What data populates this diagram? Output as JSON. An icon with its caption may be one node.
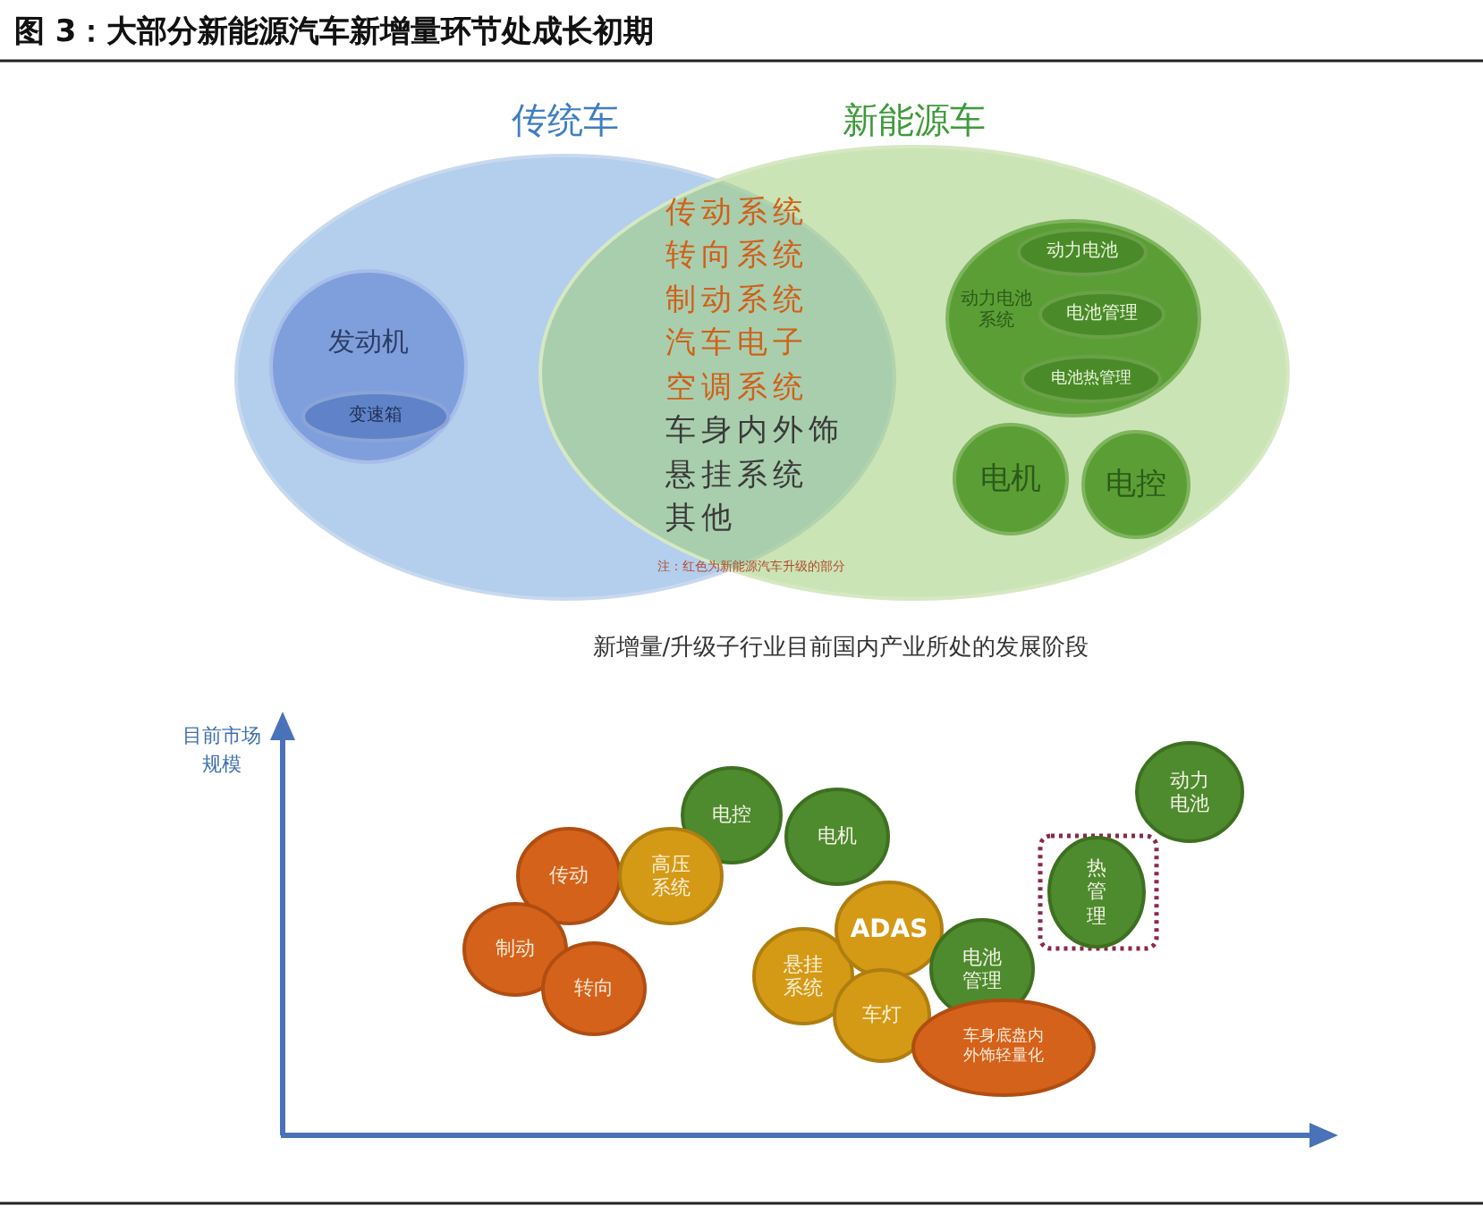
{
  "diagram": {
    "title": "图 3：大部分新能源汽车新增量环节处成长初期",
    "nodes": [
      {
        "text": [
          "传统车"
        ]
      },
      {
        "text": [
          "新能源车"
        ]
      },
      {
        "text": [
          "发动机"
        ],
        "in": 0
      },
      {
        "text": [
          "变速箱"
        ],
        "in": 2
      },
      {
        "text": [
          "动力电池系统"
        ],
        "in": 1
      },
      {
        "text": [
          "动力电池"
        ],
        "in": 4
      },
      {
        "text": [
          "电池管理"
        ],
        "in": 4
      },
      {
        "text": [
          "电池热管理"
        ],
        "in": 4
      },
      {
        "text": [
          "电机"
        ],
        "in": 1
      },
      {
        "text": [
          "电控"
        ],
        "in": 1
      },
      {
        "text": [
          "电控"
        ]
      },
      {
        "text": [
          "电机"
        ]
      },
      {
        "text": [
          "传动"
        ]
      },
      {
        "text": [
          "高压系统"
        ]
      },
      {
        "text": [
          "制动"
        ]
      },
      {
        "text": [
          "转向"
        ]
      },
      {
        "text": [
          "悬挂系统"
        ]
      },
      {
        "text": [
          "ADAS"
        ]
      },
      {
        "text": [
          "电池管理"
        ]
      },
      {
        "text": [
          "车灯"
        ]
      },
      {
        "text": [
          "车身底盘内外饰轻量化"
        ]
      },
      {
        "text": [],
        "shape": "box"
      },
      {
        "text": [
          "热管理"
        ],
        "in": 21
      },
      {
        "text": [
          "动力电池"
        ]
      }
    ],
    "labels": [
      "传动系统",
      "转向系统",
      "制动系统",
      "汽车电子",
      "空调系统",
      "车身内外饰",
      "悬挂系统",
      "其他",
      "注：红色为新能源汽车升级的部分",
      "新增量/升级子行业目前国内产业所处的发展阶段",
      "目前市场规模"
    ]
  }
}
